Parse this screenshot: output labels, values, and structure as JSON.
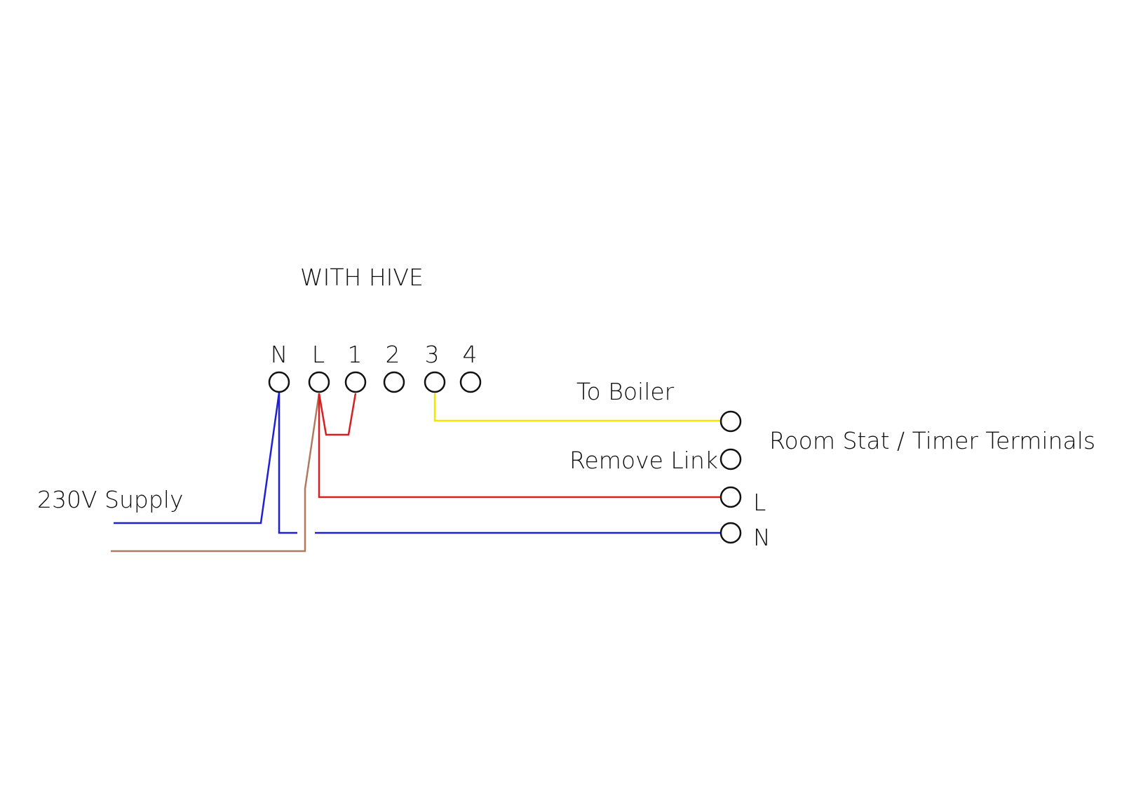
{
  "title": "WITH HIVE",
  "hive_terminals": [
    "N",
    "L",
    "1",
    "2",
    "3",
    "4"
  ],
  "labels": {
    "to_boiler": "To Boiler",
    "room_stat": "Room Stat / Timer Terminals",
    "remove_link": "Remove Link",
    "supply": "230V Supply"
  },
  "boiler_terminals": {
    "l": "L",
    "n": "N"
  },
  "colors": {
    "neutral": "#1f1fd6",
    "live": "#d62020",
    "switched": "#f0e600",
    "brown": "#b07a60",
    "line": "#111111"
  }
}
